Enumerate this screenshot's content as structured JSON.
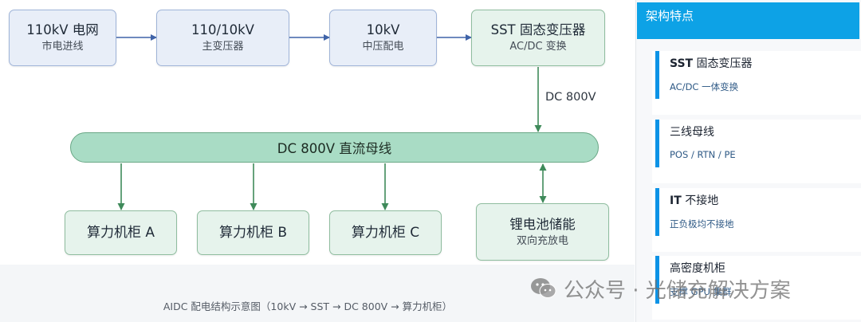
{
  "nodes": {
    "n1": {
      "title": "110kV 电网",
      "sub": "市电进线"
    },
    "n2": {
      "title": "110/10kV",
      "sub": "主变压器"
    },
    "n3": {
      "title": "10kV",
      "sub": "中压配电"
    },
    "n4": {
      "title": "SST 固态变压器",
      "sub": "AC/DC 变换"
    },
    "c1": {
      "title": "算力机柜 A"
    },
    "c2": {
      "title": "算力机柜 B"
    },
    "c3": {
      "title": "算力机柜 C"
    },
    "b1": {
      "title": "锂电池储能",
      "sub": "双向充放电"
    }
  },
  "dc_label": "DC 800V",
  "bus_label": "DC 800V 直流母线",
  "caption": "AIDC 配电结构示意图（10kV → SST → DC 800V → 算力机柜）",
  "panel": {
    "header": "架构特点",
    "cards": [
      {
        "title_bold": "SST",
        "title_rest": " 固态变压器",
        "sub": "AC/DC 一体变换"
      },
      {
        "title_bold": "",
        "title_rest": "三线母线",
        "sub": "POS / RTN / PE"
      },
      {
        "title_bold": "IT",
        "title_rest": " 不接地",
        "sub": "正负极均不接地"
      },
      {
        "title_bold": "",
        "title_rest": "高密度机柜",
        "sub": "支撑 GPU 集群"
      }
    ]
  },
  "watermark": "公众号 · 光储充解决方案",
  "colors": {
    "arrow_blue": "#3f63a8",
    "arrow_green": "#3f8a5a",
    "header_bg": "#0da2e6",
    "bus_fill": "#a9dcc5"
  }
}
